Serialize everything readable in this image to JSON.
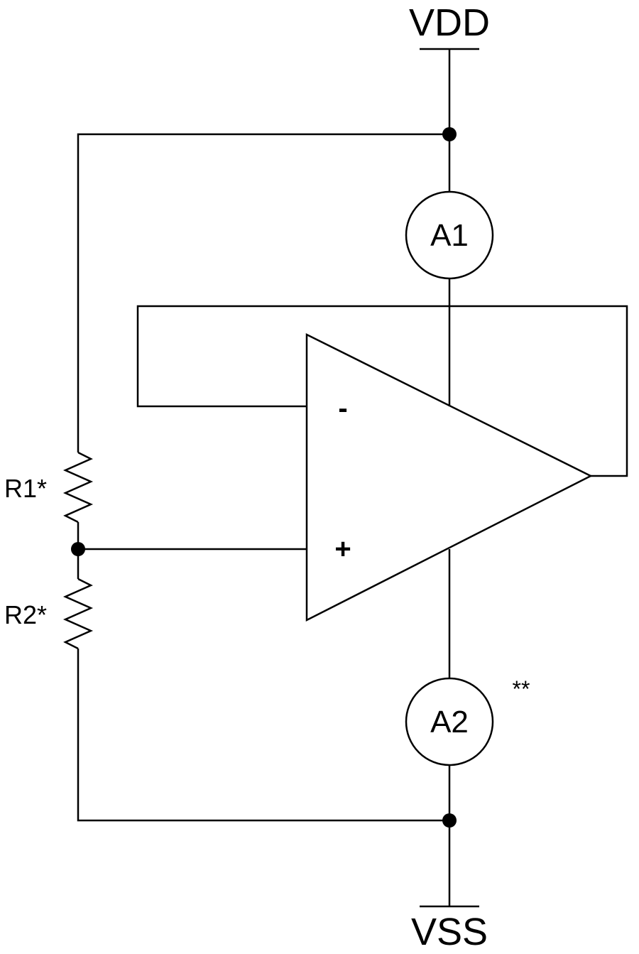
{
  "diagram": {
    "colors": {
      "line": "#000000",
      "background": "#ffffff"
    },
    "supply": {
      "top": "VDD",
      "bottom": "VSS"
    },
    "meters": {
      "top": "A1",
      "bottom": "A2",
      "bottom_note": "**"
    },
    "resistors": {
      "upper": "R1*",
      "lower": "R2*"
    },
    "opamp": {
      "inverting_input": "-",
      "non_inverting_input": "+"
    }
  }
}
